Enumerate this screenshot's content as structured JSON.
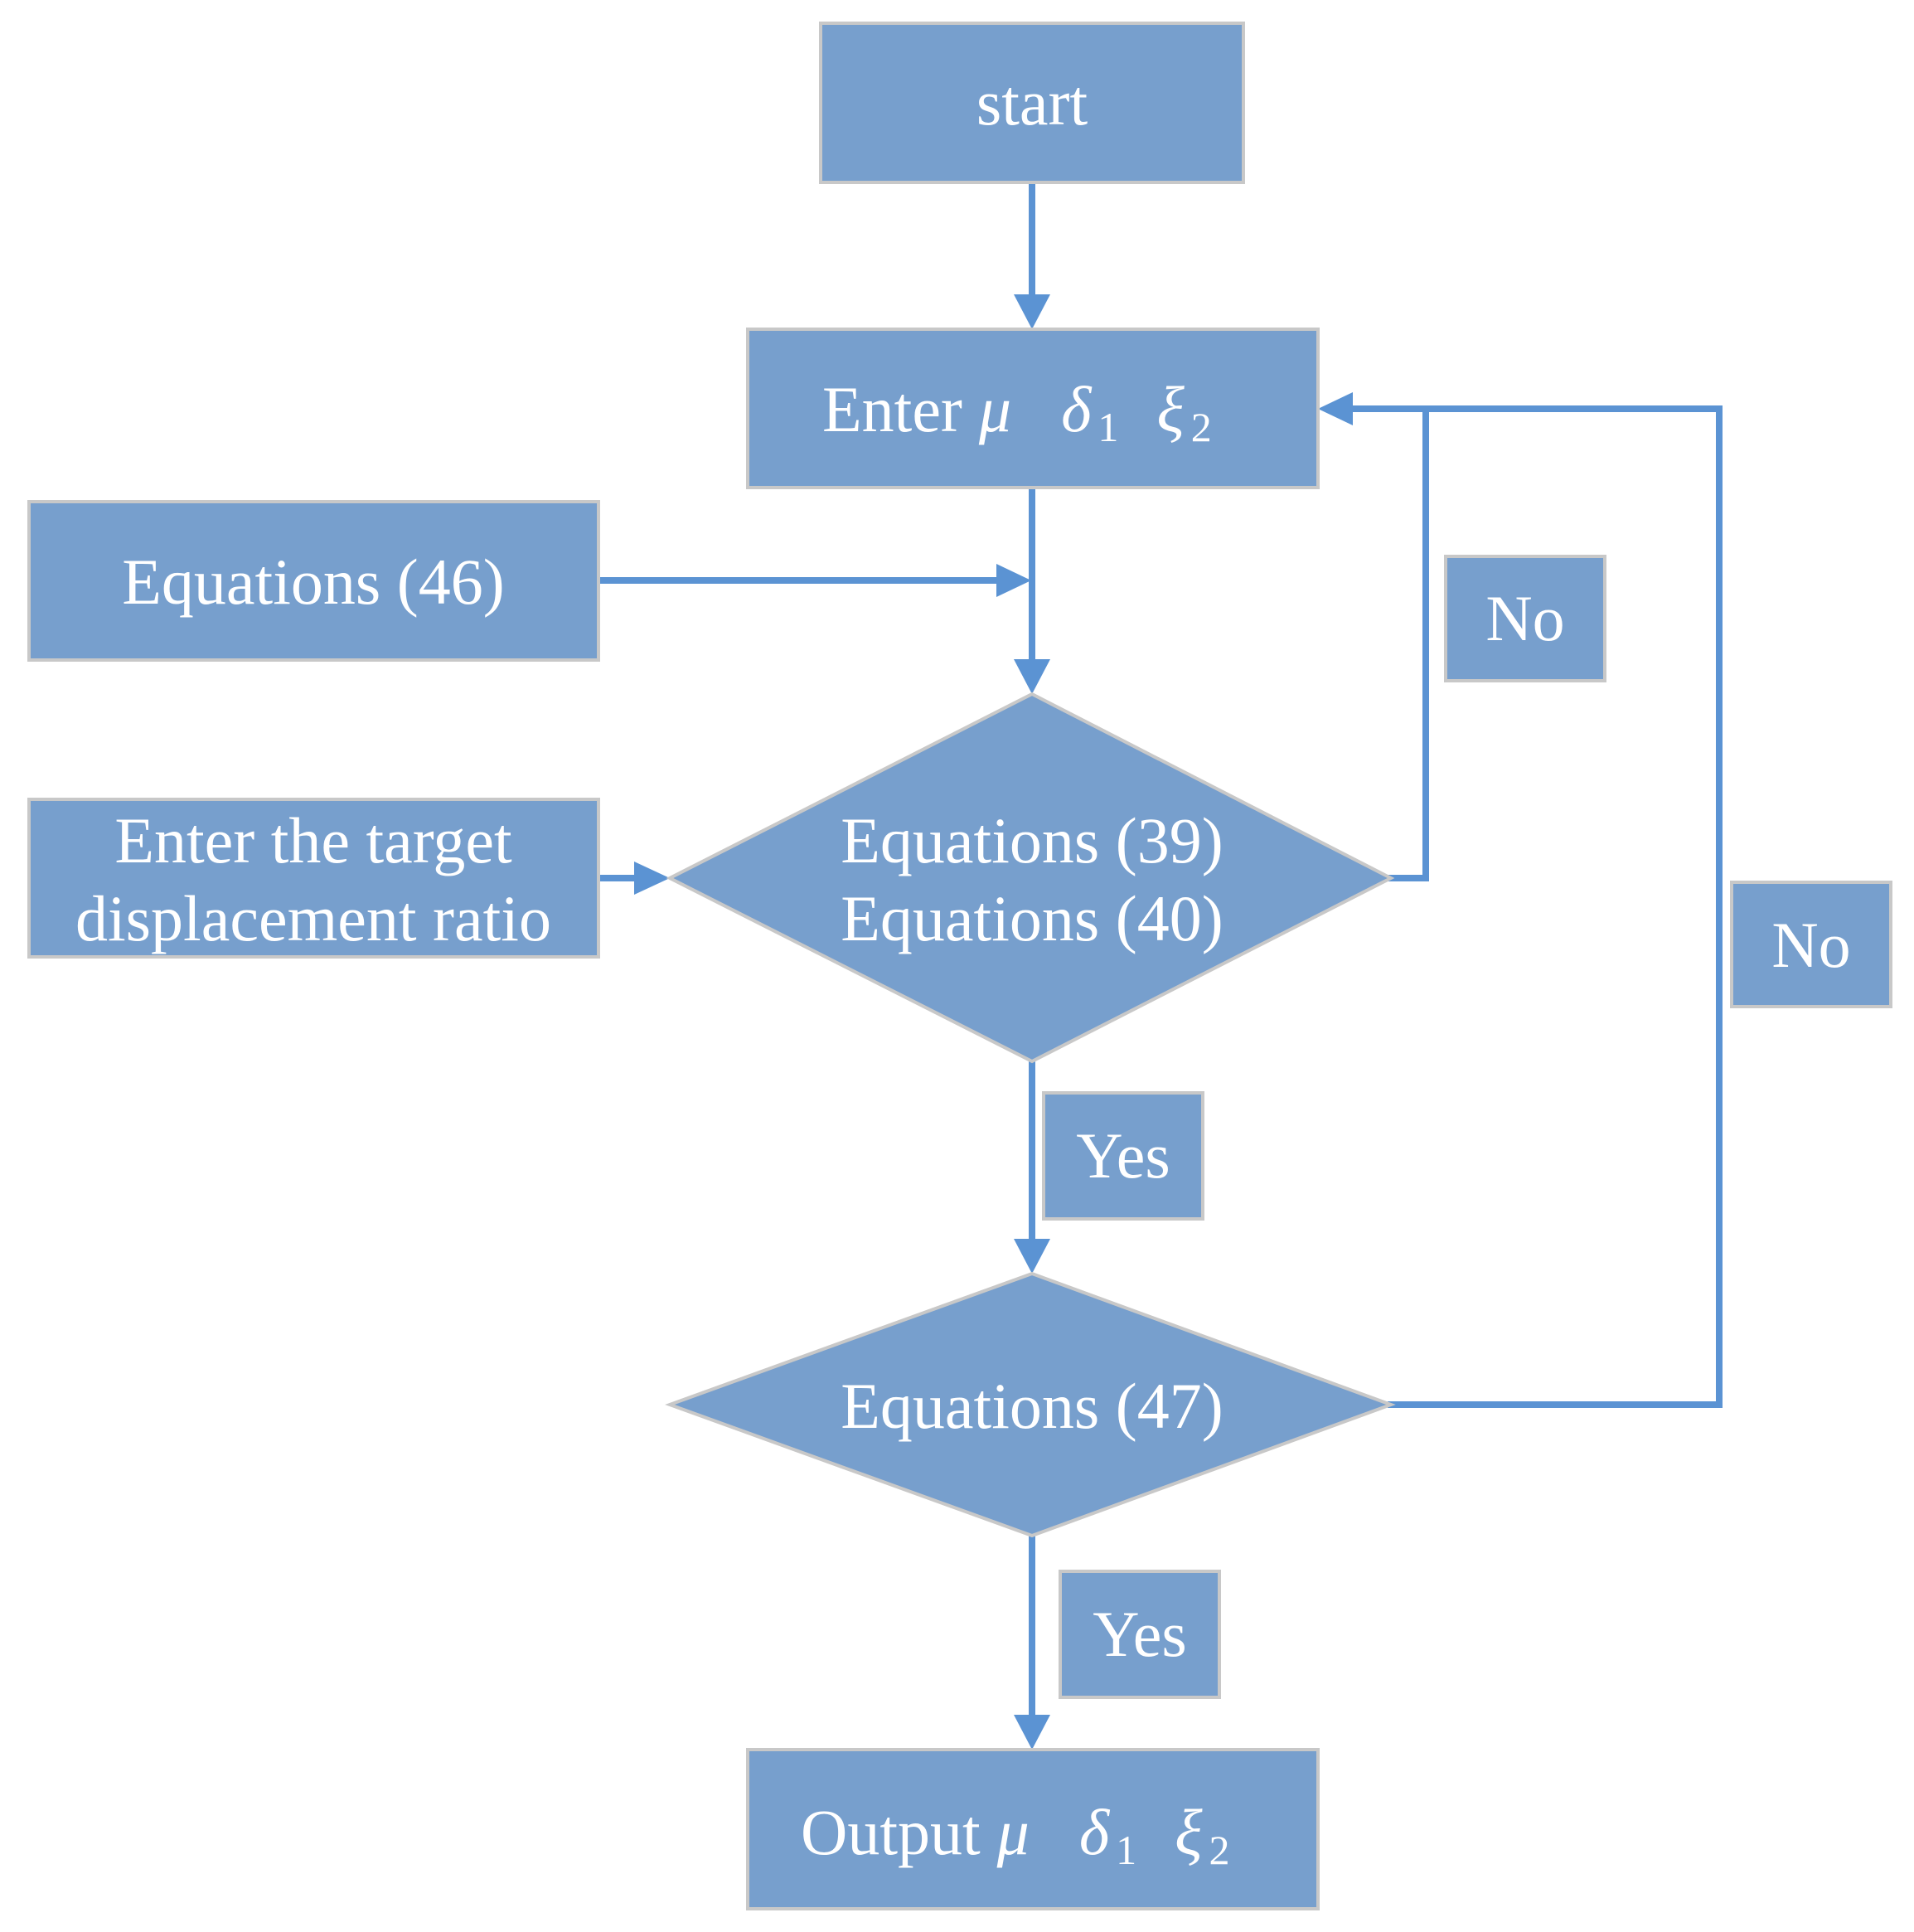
{
  "nodes": {
    "start": {
      "label": "start"
    },
    "enter_params": {
      "prefix": "Enter",
      "mu": "μ",
      "delta": "δ",
      "delta_sub": "1",
      "xi": "ξ",
      "xi_sub": "2"
    },
    "eq46": {
      "label": "Equations (46)"
    },
    "target": {
      "line1": "Enter the target",
      "line2": "displacement ratio"
    },
    "eq39_40": {
      "line1": "Equations (39)",
      "line2": "Equations (40)"
    },
    "eq47": {
      "label": "Equations (47)"
    },
    "output": {
      "prefix": "Output",
      "mu": "μ",
      "delta": "δ",
      "delta_sub": "1",
      "xi": "ξ",
      "xi_sub": "2"
    }
  },
  "edge_labels": {
    "no_1": "No",
    "no_2": "No",
    "yes_1": "Yes",
    "yes_2": "Yes"
  },
  "colors": {
    "node_fill": "#779fcd",
    "node_border": "#c8c8c8",
    "connector": "#5b93d3",
    "text": "#ffffff"
  }
}
